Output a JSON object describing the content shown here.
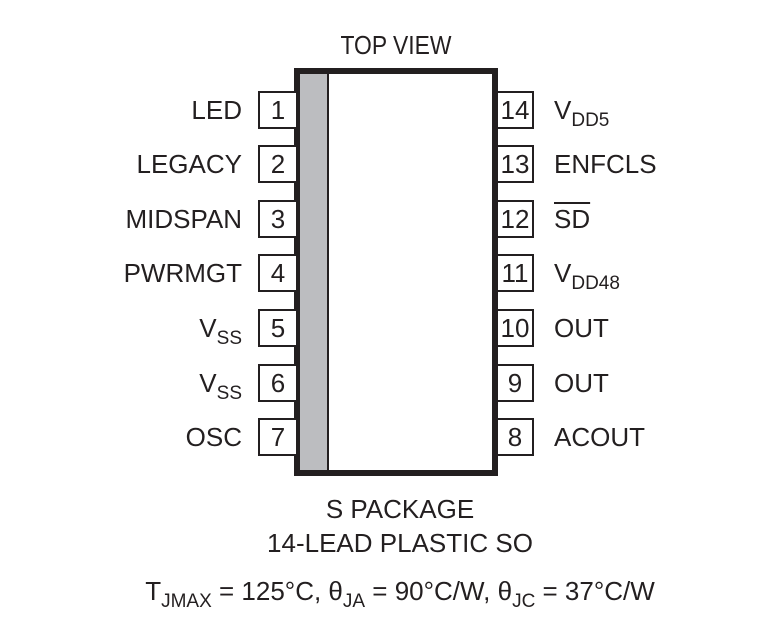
{
  "diagram": {
    "title": "TOP VIEW",
    "package_name": "S PACKAGE",
    "package_desc": "14-LEAD PLASTIC SO",
    "thermal": {
      "tjmax_main": "T",
      "tjmax_sub": "JMAX",
      "tjmax_val": " = 125°C, ",
      "thja_main": "θ",
      "thja_sub": "JA",
      "thja_val": " = 90°C/W, ",
      "thjc_main": "θ",
      "thjc_sub": "JC",
      "thjc_val": " = 37°C/W"
    },
    "left_pins": [
      {
        "num": "1",
        "name": "LED",
        "sub": ""
      },
      {
        "num": "2",
        "name": "LEGACY",
        "sub": ""
      },
      {
        "num": "3",
        "name": "MIDSPAN",
        "sub": ""
      },
      {
        "num": "4",
        "name": "PWRMGT",
        "sub": ""
      },
      {
        "num": "5",
        "name": "V",
        "sub": "SS"
      },
      {
        "num": "6",
        "name": "V",
        "sub": "SS"
      },
      {
        "num": "7",
        "name": "OSC",
        "sub": ""
      }
    ],
    "right_pins": [
      {
        "num": "14",
        "name": "V",
        "sub": "DD5"
      },
      {
        "num": "13",
        "name": "ENFCLS",
        "sub": ""
      },
      {
        "num": "12",
        "name": "SD",
        "sub": "",
        "overline": true
      },
      {
        "num": "11",
        "name": "V",
        "sub": "DD48"
      },
      {
        "num": "10",
        "name": "OUT",
        "sub": ""
      },
      {
        "num": "9",
        "name": "OUT",
        "sub": ""
      },
      {
        "num": "8",
        "name": "ACOUT",
        "sub": ""
      }
    ]
  }
}
